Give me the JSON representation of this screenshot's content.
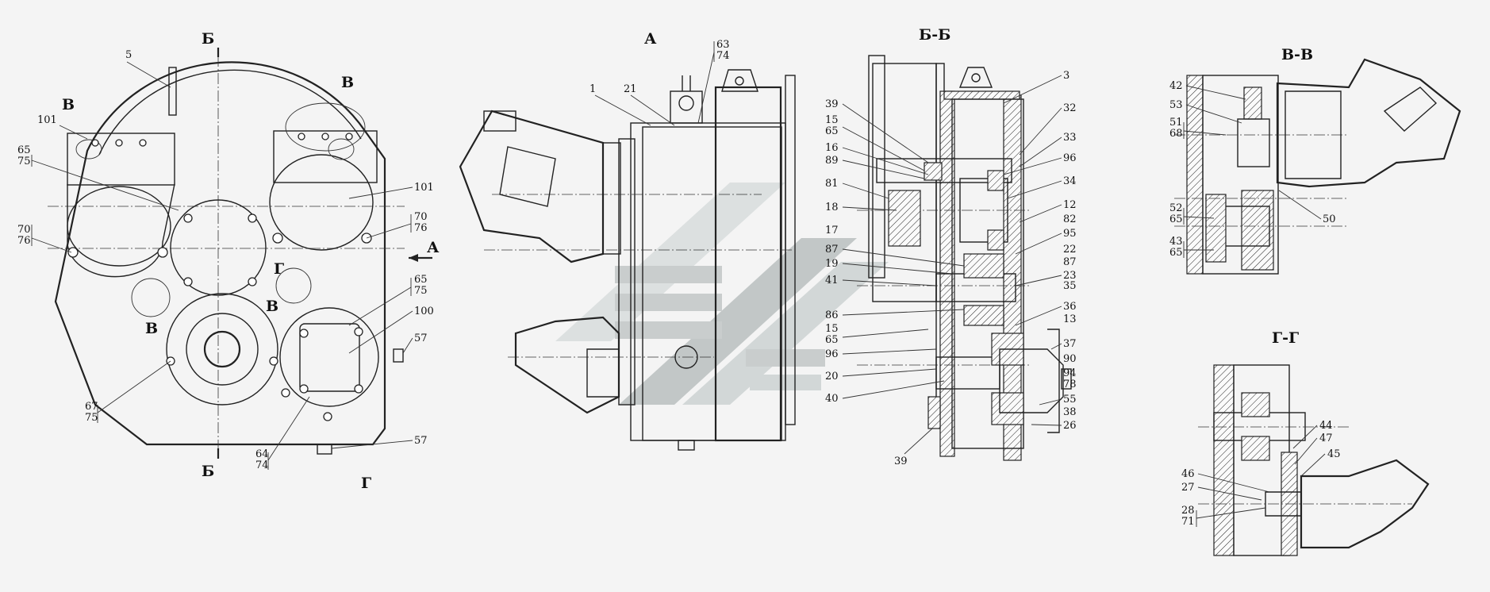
{
  "titles": {
    "view_a": "А",
    "section_bb": "Б-Б",
    "section_vv": "В-В",
    "section_gg": "Г-Г"
  },
  "markers": {
    "b_top": "Б",
    "b_bottom": "Б",
    "v_left": "В",
    "v_right": "В",
    "v_mid": "В",
    "v_low": "В",
    "g_mid": "Г",
    "g_bottom": "Г",
    "a_arrow": "А"
  },
  "front_view": {
    "labels": {
      "n5": "5",
      "n101a": "101",
      "n65": "65",
      "n75": "75",
      "n70": "70",
      "n76": "76",
      "n101b": "101",
      "n70b": "70",
      "n76b": "76",
      "n65b": "65",
      "n75b": "75",
      "n100": "100",
      "n57a": "57",
      "n67": "67",
      "n75c": "75",
      "n64": "64",
      "n74": "74",
      "n57b": "57"
    }
  },
  "side_view": {
    "labels": {
      "n63": "63",
      "n74": "74",
      "n1": "1",
      "n21": "21"
    }
  },
  "section_bb": {
    "left_labels": [
      "39",
      "15",
      "65",
      "16",
      "89",
      "81",
      "18",
      "17",
      "87",
      "19",
      "41",
      "86",
      "15",
      "65",
      "96",
      "20",
      "40"
    ],
    "right_labels": [
      "3",
      "32",
      "33",
      "96",
      "34",
      "12",
      "82",
      "95",
      "22",
      "87",
      "23",
      "35",
      "36",
      "13",
      "37",
      "90",
      "94",
      "78",
      "55",
      "38",
      "26"
    ],
    "bottom_label": "39"
  },
  "section_vv": {
    "labels": [
      "42",
      "53",
      "51",
      "68",
      "52",
      "65",
      "43",
      "65",
      "50"
    ]
  },
  "section_gg": {
    "labels": [
      "44",
      "47",
      "45",
      "46",
      "27",
      "28",
      "71"
    ]
  }
}
